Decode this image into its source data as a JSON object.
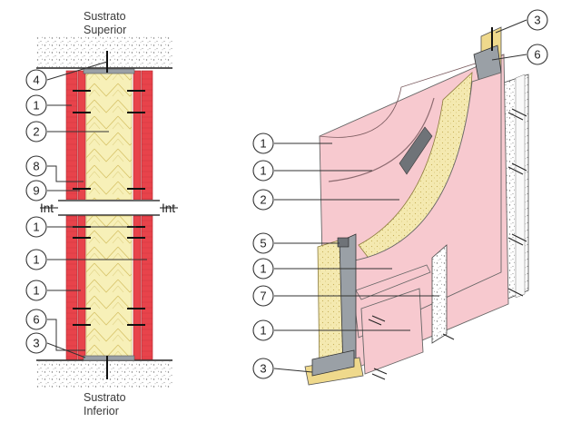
{
  "labels": {
    "substrate_top_line1": "Sustrato",
    "substrate_top_line2": "Superior",
    "substrate_bottom_line1": "Sustrato",
    "substrate_bottom_line2": "Inferior",
    "int_left": "Int",
    "int_right": "Int"
  },
  "left_callouts": [
    "4",
    "1",
    "2",
    "8",
    "9",
    "1",
    "1",
    "1",
    "6",
    "3"
  ],
  "right_callouts": [
    "3",
    "6",
    "1",
    "1",
    "2",
    "5",
    "1",
    "7",
    "1",
    "3"
  ],
  "colors": {
    "gypsum_board_left": "#e8434b",
    "gypsum_board_right": "#f7c9cf",
    "insulation": "#f7f0b8",
    "stud_channel": "#9aa0a6",
    "substrate": "#d9d9d9"
  }
}
